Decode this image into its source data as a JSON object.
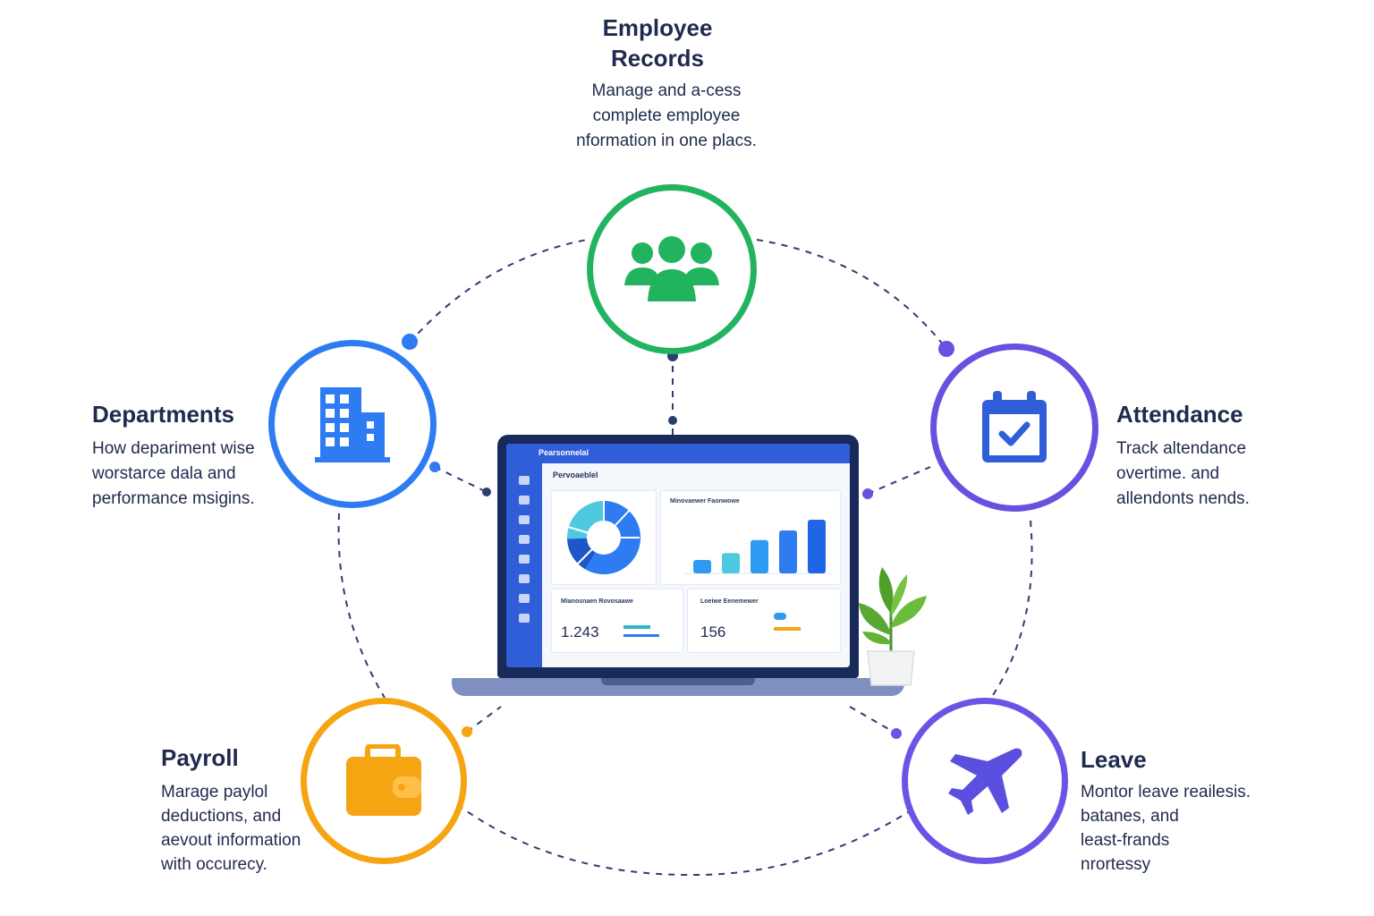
{
  "colors": {
    "employee": "#22b35f",
    "departments": "#2f7cf2",
    "attendance": "#6a4fe0",
    "payroll": "#f5a412",
    "leave": "#6a54e6",
    "connector": "#2c3e70"
  },
  "nodes": {
    "employee": {
      "icon": "people-icon",
      "title": [
        "Employee",
        "Records"
      ],
      "desc": [
        "Manage and a-cess",
        "complete employee",
        "nformation in one placs."
      ]
    },
    "departments": {
      "icon": "building-icon",
      "title": [
        "Departments"
      ],
      "desc": [
        "How depariment wise",
        "worstarce dala and",
        "performance msigins."
      ]
    },
    "attendance": {
      "icon": "calendar-check-icon",
      "title": [
        "Attendance"
      ],
      "desc": [
        "Track altendance",
        "overtime. and",
        "allendonts nends."
      ]
    },
    "payroll": {
      "icon": "wallet-icon",
      "title": [
        "Payroll"
      ],
      "desc": [
        "Marage paylol",
        "deductions, and",
        "aevout information",
        "with occurecy."
      ]
    },
    "leave": {
      "icon": "airplane-icon",
      "title": [
        "Leave"
      ],
      "desc": [
        "Montor leave reailesis.",
        "batanes, and",
        "least-frands",
        "nrortessy"
      ]
    }
  },
  "dashboard": {
    "app_title": "Pearsonnelal",
    "page_title": "Pervoaeblel",
    "chart_card_label": "Minovaewer Faonwowe",
    "stat1_label": "Mianosnaen Rovosaawe",
    "stat1_value": "1.243",
    "stat2_label": "Loeiwe Eenemewer",
    "stat2_value": "156",
    "bar_levels": [
      0.25,
      0.38,
      0.62,
      0.8,
      1.0
    ]
  }
}
